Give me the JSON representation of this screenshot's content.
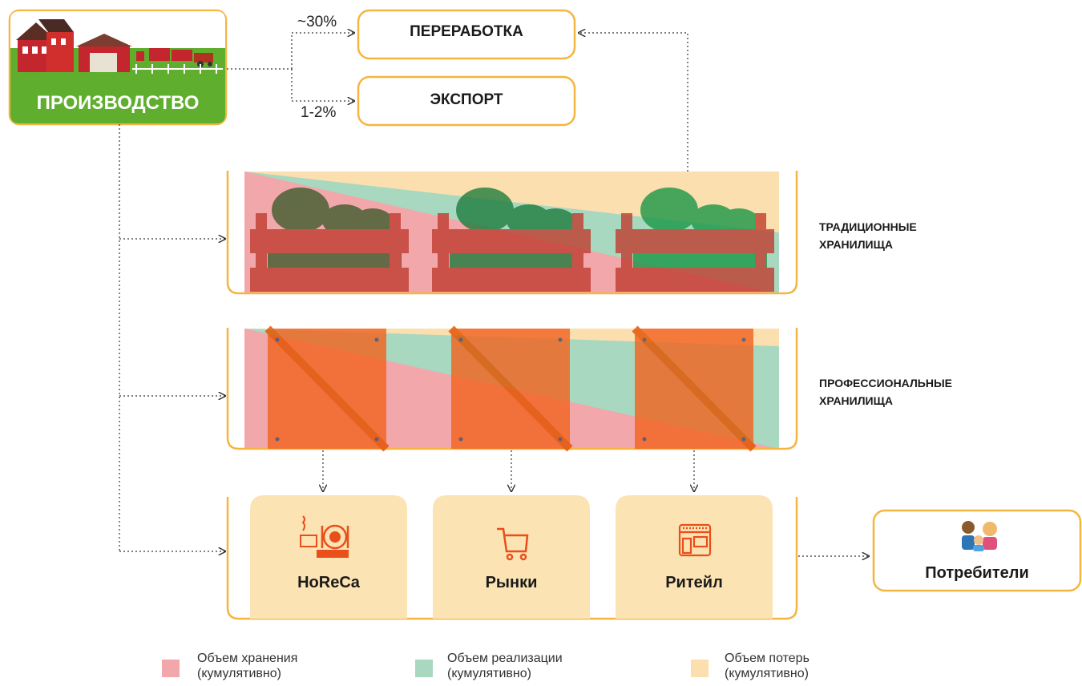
{
  "production": {
    "label": "ПРОИЗВОДСТВО"
  },
  "flows": {
    "processing": {
      "label": "ПЕРЕРАБОТКА",
      "share": "~30%"
    },
    "export": {
      "label": "ЭКСПОРТ",
      "share": "1-2%"
    }
  },
  "storage": {
    "traditional": {
      "line1": "ТРАДИЦИОННЫЕ",
      "line2": "ХРАНИЛИЩА"
    },
    "professional": {
      "line1": "ПРОФЕССИОНАЛЬНЫЕ",
      "line2": "ХРАНИЛИЩА"
    }
  },
  "channels": [
    {
      "label": "HoReCa",
      "icon": "horeca-icon"
    },
    {
      "label": "Рынки",
      "icon": "shopping-cart-icon"
    },
    {
      "label": "Ритейл",
      "icon": "retail-store-icon"
    }
  ],
  "consumers": {
    "label": "Потребители",
    "icon": "family-icon"
  },
  "legend": [
    {
      "line1": "Объем хранения",
      "line2": "(кумулятивно)",
      "color": "#f2a7ab"
    },
    {
      "line1": "Объем реализации",
      "line2": "(кумулятивно)",
      "color": "#a8d8bf"
    },
    {
      "line1": "Объем потерь",
      "line2": "(кумулятивно)",
      "color": "#fbdfae"
    }
  ],
  "colors": {
    "frame": "#f5b540",
    "production_green": "#5fae2e",
    "channel_fill": "#fbe3b3"
  }
}
